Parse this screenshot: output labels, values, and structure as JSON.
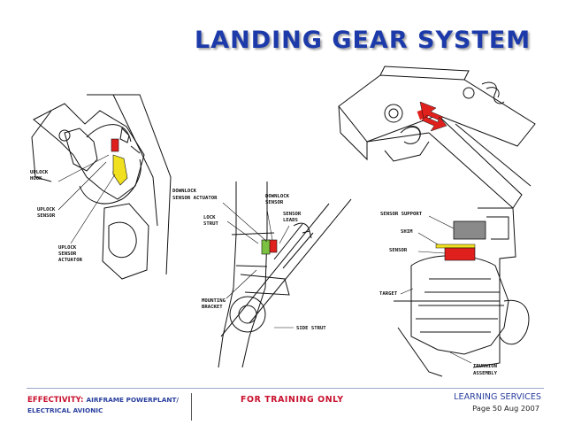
{
  "title": "LANDING GEAR SYSTEM",
  "diagram1": {
    "labels": [
      "UPLOCK",
      "HOOK",
      "UPLOCK",
      "SENSOR",
      "UPLOCK",
      "SENSOR",
      "ACTUATOR"
    ]
  },
  "diagram2": {
    "labels": [
      "DOWNLOCK",
      "SENSOR ACTUATOR",
      "DOWNLOCK",
      "SENSOR",
      "LOCK",
      "STRUT",
      "SENSOR",
      "LEADS",
      "MOUNTING",
      "BRACKET",
      "SIDE STRUT"
    ]
  },
  "diagram4": {
    "labels": [
      "SENSOR SUPPORT",
      "SHIM",
      "SENSOR",
      "TARGET",
      "TRUNNION",
      "ASSEMBLY"
    ]
  },
  "footer": {
    "effectivity_label": "EFFECTIVITY:",
    "effectivity_value_1": "AIRFRAME POWERPLANT/",
    "effectivity_value_2": "ELECTRICAL AVIONIC",
    "training": "FOR TRAINING ONLY",
    "services": "LEARNING SERVICES",
    "page": "Page 50 Aug 2007"
  },
  "colors": {
    "title": "#1c3aa9",
    "accent_red": "#e0201c",
    "accent_yellow": "#f0e020",
    "accent_green": "#7cc242"
  }
}
